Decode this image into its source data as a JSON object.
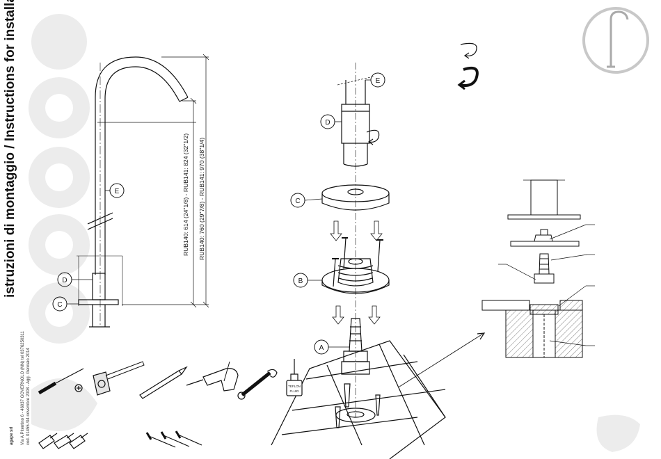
{
  "header": {
    "title": "istruzioni di montaggio / Instructions for installation",
    "brand_watermark": "agape"
  },
  "footer": {
    "company": "agape srl",
    "address": "Via A.Pitentino 6 - 46037 GOVERNOLO (MN) tel 0376250311",
    "code": "cod. 01455 /04 novembre 2008 - Agg. Gennaio 2014"
  },
  "dimensions": {
    "line1": "RUB140: 614 (24\"1/8) - RUB141: 824 (32\"1/2)",
    "line2": "RUB140: 760 (29\"7/8) - RUB141: 970 (38\"1/4)"
  },
  "parts": {
    "A": "A",
    "B": "B",
    "C": "C",
    "D": "D",
    "E": "E"
  },
  "tools": {
    "sealant_label_1": "TEFLON",
    "sealant_label_2": "FLUID"
  },
  "colors": {
    "watermark": "#ececec",
    "line": "#111111",
    "badge_ring": "#c8c8c8"
  }
}
